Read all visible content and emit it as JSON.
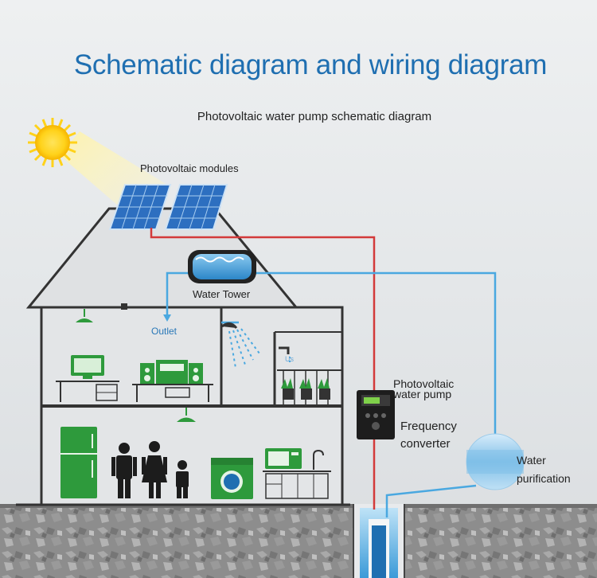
{
  "title": "Schematic diagram and wiring diagram",
  "subtitle": "Photovoltaic water pump schematic diagram",
  "labels": {
    "modules": "Photovoltaic modules",
    "tower": "Water Tower",
    "outlet": "Outlet",
    "use": "Us",
    "pump": "Photovoltaic water pump",
    "frequency": "Frequency converter",
    "purification": "Water purification"
  },
  "colors": {
    "title": "#1f6fb1",
    "power_line": "#d33a3a",
    "water_line": "#4aa8e0",
    "house_fill": "#e2e4e6",
    "ground": "#8e8e8e",
    "appliance_green": "#2e9a3c"
  },
  "icons": [
    "sun-icon",
    "solar-panel-icon",
    "water-tank-icon",
    "shower-icon",
    "lamp-icon",
    "tv-icon",
    "stereo-icon",
    "fridge-icon",
    "family-icon",
    "washing-machine-icon",
    "kitchen-icon",
    "plant-icon",
    "inverter-icon",
    "filter-tank-icon",
    "well-icon"
  ]
}
